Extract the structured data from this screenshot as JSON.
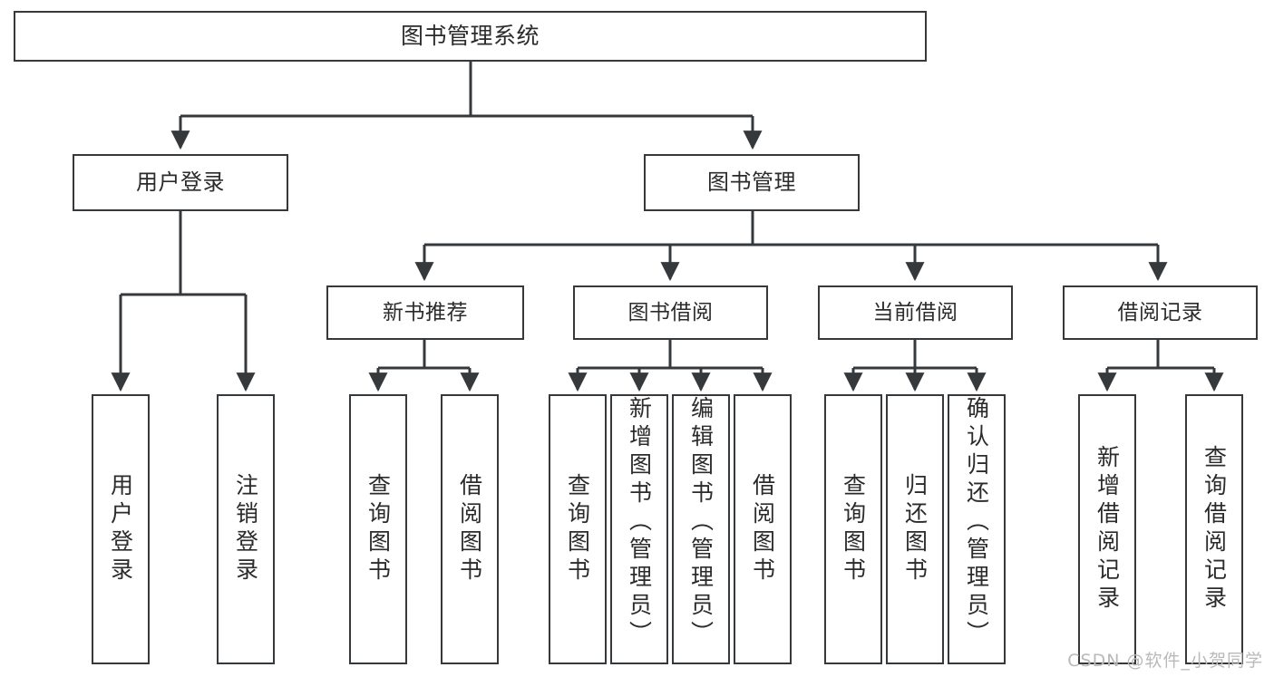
{
  "diagram": {
    "title": "图书管理系统",
    "type": "tree-structure-chart",
    "line_color": "#36393b",
    "box_fill": "#ffffff",
    "text_color": "#2b2b2b",
    "watermark": "CSDN @软件_小贺同学"
  },
  "nodes": {
    "root": {
      "label": "图书管理系统"
    },
    "level2": [
      {
        "label": "用户登录"
      },
      {
        "label": "图书管理"
      }
    ],
    "level3": [
      {
        "label": "新书推荐"
      },
      {
        "label": "图书借阅"
      },
      {
        "label": "当前借阅"
      },
      {
        "label": "借阅记录"
      }
    ],
    "leaves_user_login": [
      {
        "label": "用户登录"
      },
      {
        "label": "注销登录"
      }
    ],
    "leaves_new_book": [
      {
        "label": "查询图书"
      },
      {
        "label": "借阅图书"
      }
    ],
    "leaves_borrow": [
      {
        "label": "查询图书"
      },
      {
        "label": "新增图书（管理员）"
      },
      {
        "label": "编辑图书（管理员）"
      },
      {
        "label": "借阅图书"
      }
    ],
    "leaves_current": [
      {
        "label": "查询图书"
      },
      {
        "label": "归还图书"
      },
      {
        "label": "确认归还（管理员）"
      }
    ],
    "leaves_records": [
      {
        "label": "新增借阅记录"
      },
      {
        "label": "查询借阅记录"
      }
    ]
  }
}
